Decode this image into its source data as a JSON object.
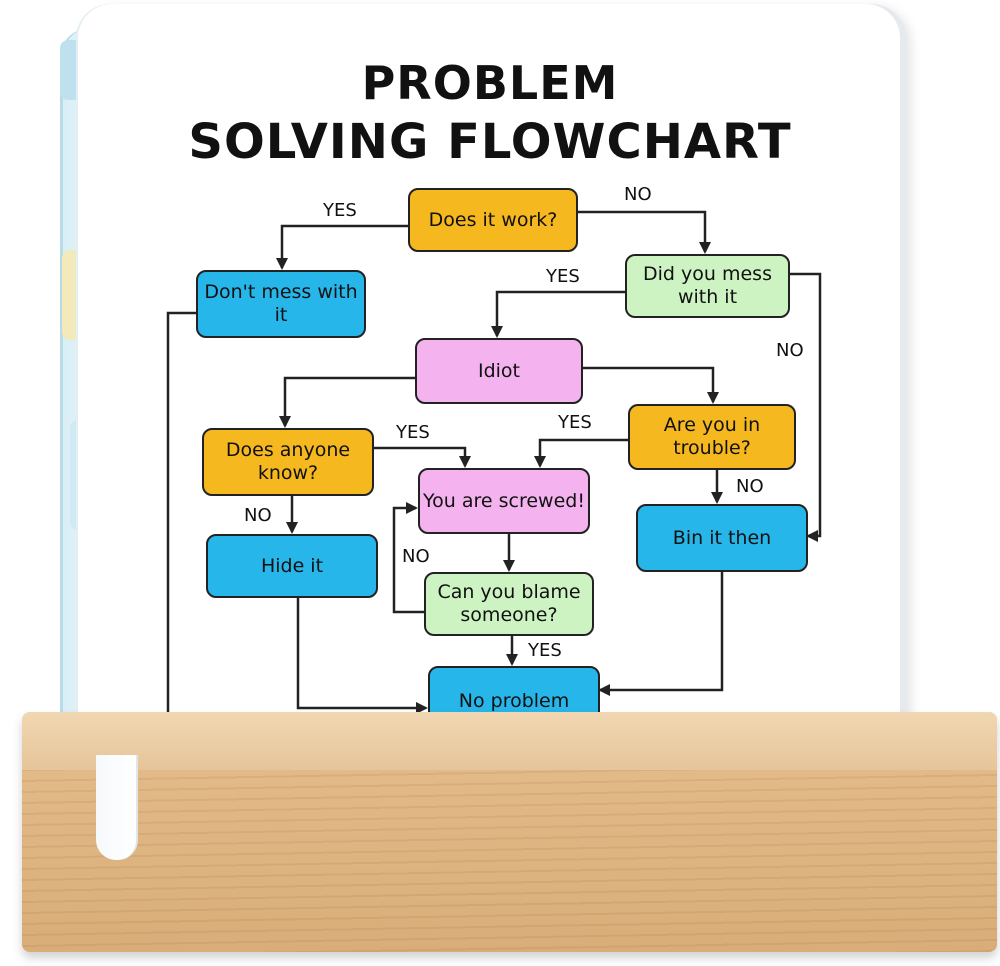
{
  "title": {
    "line1": "PROBLEM",
    "line2": "SOLVING FLOWCHART"
  },
  "colors": {
    "orange": "#f6b81f",
    "blue": "#27b6ea",
    "green": "#cdf3c2",
    "pink": "#f4b3ef",
    "wood": "#dcb17d"
  },
  "nodes": {
    "does_it_work": "Does it work?",
    "dont_mess": "Don't mess with it",
    "did_you_mess": "Did you mess with it",
    "idiot": "Idiot",
    "does_anyone_know": "Does anyone know?",
    "are_you_in_trouble": "Are you in trouble?",
    "you_are_screwed": "You are screwed!",
    "hide_it": "Hide it",
    "bin_it_then": "Bin it then",
    "can_you_blame": "Can you blame someone?",
    "no_problem": "No problem"
  },
  "edge_labels": {
    "work_yes": "YES",
    "work_no": "NO",
    "mess_yes": "YES",
    "mess_no": "NO",
    "anyone_yes": "YES",
    "anyone_no": "NO",
    "trouble_yes": "YES",
    "trouble_no": "NO",
    "blame_no": "NO",
    "blame_yes": "YES"
  }
}
